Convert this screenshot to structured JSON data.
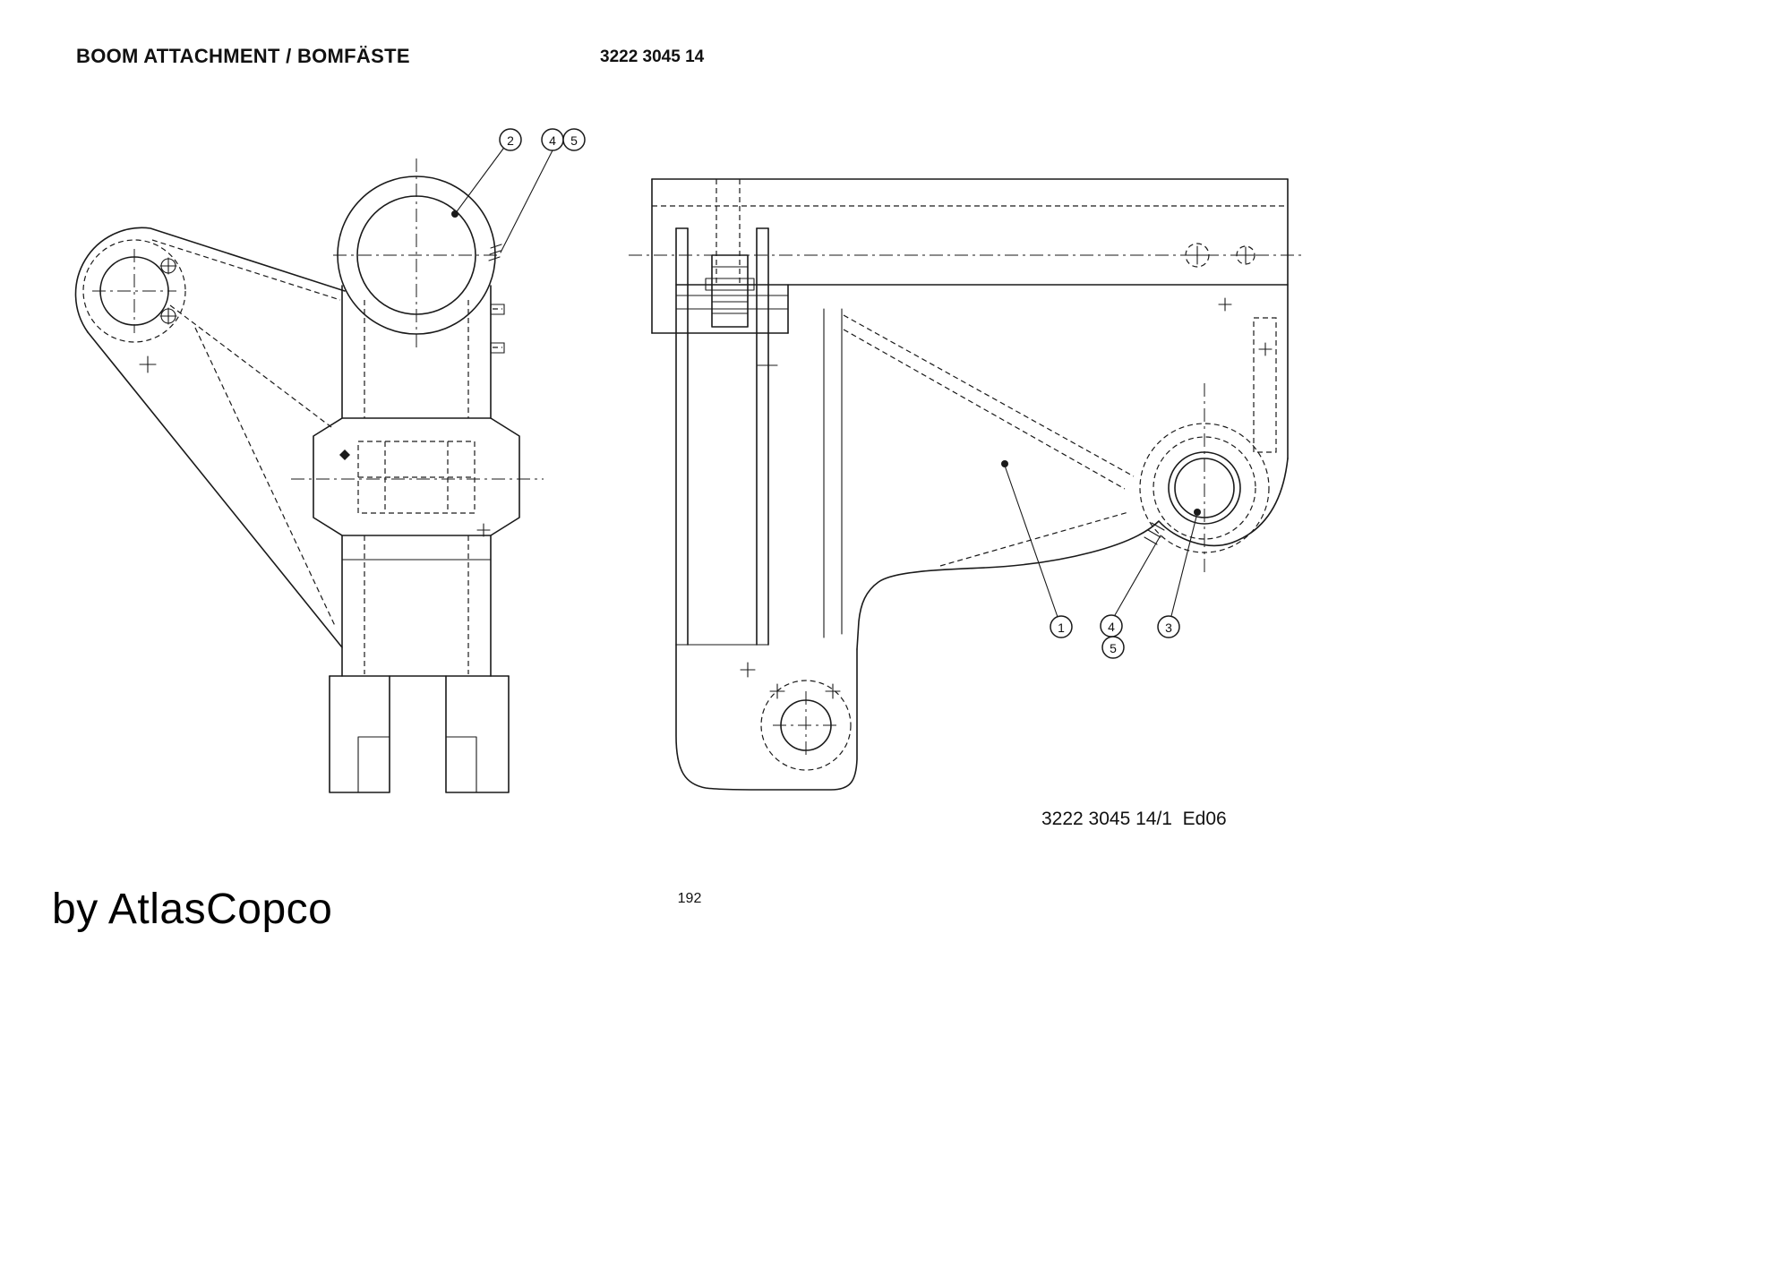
{
  "page": {
    "title": "BOOM ATTACHMENT / BOMFÄSTE",
    "doc_number": "3222 3045 14",
    "footer_ref": "3222 3045 14/1  Ed06",
    "page_number": "192",
    "watermark": "by AtlasCopco"
  },
  "callouts": {
    "front": [
      "2",
      "4",
      "5"
    ],
    "side": [
      "1",
      "4",
      "5",
      "3"
    ]
  },
  "colors": {
    "line": "#1a1a1a",
    "background": "#ffffff"
  }
}
